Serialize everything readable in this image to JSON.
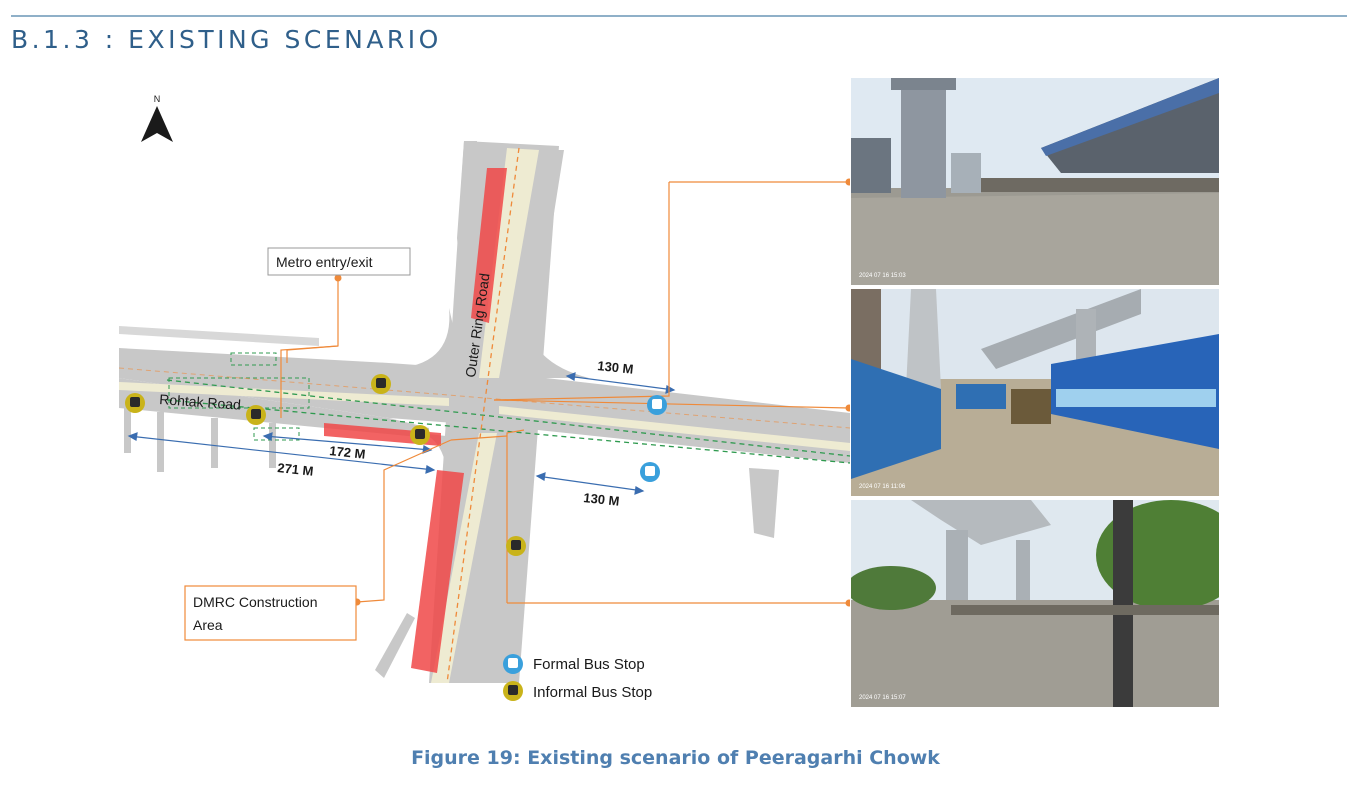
{
  "heading": "B.1.3   : EXISTING SCENARIO",
  "map": {
    "north": "N",
    "metro_callout": "Metro entry/exit",
    "dmrc_line1": "DMRC Construction",
    "dmrc_line2": "Area",
    "road_ring": "Outer Ring Road",
    "road_rohtak": "Rohtak Road",
    "dist_130_top": "130 M",
    "dist_130_bottom": "130 M",
    "dist_172": "172 M",
    "dist_271": "271 M",
    "legend_formal": "Formal Bus Stop",
    "legend_informal": "Informal Bus Stop",
    "colors": {
      "road": "#c8c8c8",
      "median": "#eeebd2",
      "construction": "#f04848",
      "callout": "#ef8a3a",
      "arrow": "#3a6db0",
      "formal_stop": "#3aa0dc",
      "informal_stop": "#c9b31a",
      "green_dash": "#2f9a4f"
    }
  },
  "photos": [
    {
      "timestamp": "2024 07 16 15:03"
    },
    {
      "timestamp": "2024 07 16 11:06"
    },
    {
      "timestamp": "2024 07 16 15:07"
    }
  ],
  "caption": "Figure 19: Existing scenario of Peeragarhi Chowk"
}
